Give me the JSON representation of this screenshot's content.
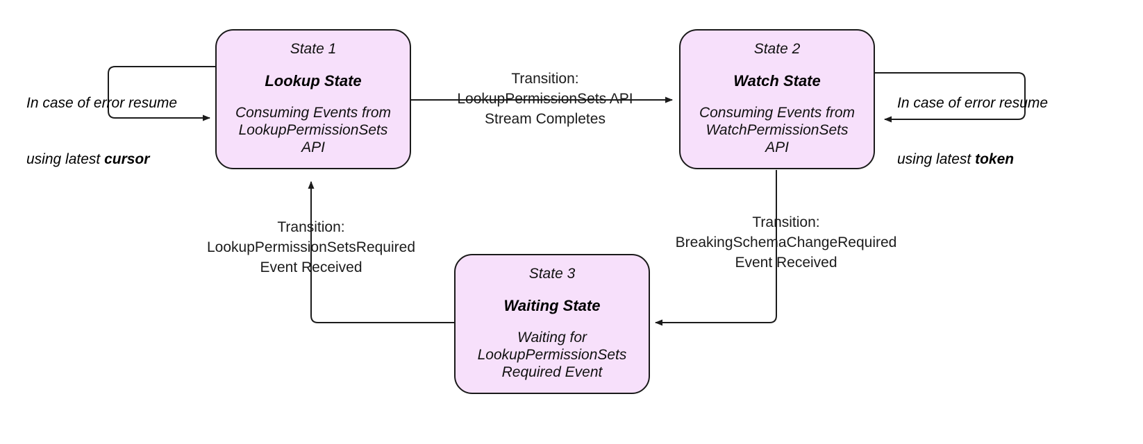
{
  "diagram": {
    "type": "state-machine",
    "background_color": "#ffffff",
    "node_fill_color": "#f7e0fb",
    "node_border_color": "#1a1a1a",
    "edge_color": "#1b1b1b",
    "text_color": "#000000"
  },
  "states": [
    {
      "id": "state-1",
      "index_label": "State 1",
      "title": "Lookup State",
      "description": "Consuming Events from\nLookupPermissionSets\nAPI"
    },
    {
      "id": "state-2",
      "index_label": "State 2",
      "title": "Watch State",
      "description": "Consuming Events from\nWatchPermissionSets\nAPI"
    },
    {
      "id": "state-3",
      "index_label": "State 3",
      "title": "Waiting State",
      "description": "Waiting for\nLookupPermissionSets\nRequired Event"
    }
  ],
  "transitions": [
    {
      "id": "state1-to-state2",
      "from": "state-1",
      "to": "state-2",
      "label": "Transition:\nLookupPermissionSets API\nStream Completes"
    },
    {
      "id": "state3-to-state1",
      "from": "state-3",
      "to": "state-1",
      "label": "Transition:\nLookupPermissionSetsRequired\nEvent Received"
    },
    {
      "id": "state2-to-state3",
      "from": "state-2",
      "to": "state-3",
      "label": "Transition:\nBreakingSchemaChangeRequired\nEvent Received"
    }
  ],
  "self_loops": [
    {
      "id": "state-1-error-loop",
      "on": "state-1",
      "line1": "In case of error resume",
      "line2_prefix": "using latest ",
      "line2_emphasis": "cursor"
    },
    {
      "id": "state-2-error-loop",
      "on": "state-2",
      "line1": "In case of error resume",
      "line2_prefix": "using latest ",
      "line2_emphasis": "token"
    }
  ]
}
